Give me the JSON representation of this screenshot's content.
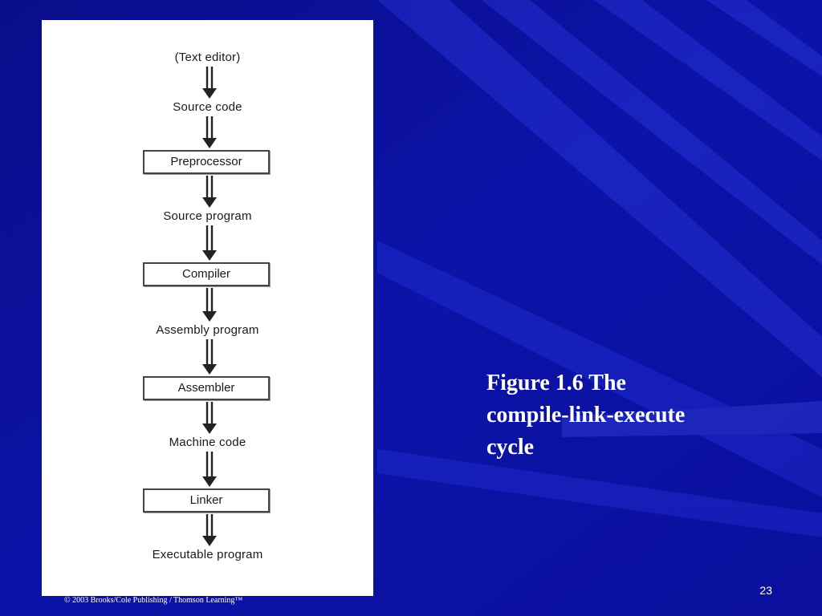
{
  "slide": {
    "background_color": "#0a0f9c",
    "accent_color": "#2a3cff",
    "caption_lines": [
      "Figure 1.6  The",
      "compile-link-execute",
      "cycle"
    ],
    "page_number": "23",
    "copyright": "© 2003 Brooks/Cole Publishing / Thomson Learning™"
  },
  "diagram": {
    "nodes": [
      {
        "id": "text-editor",
        "label": "(Text editor)",
        "boxed": false
      },
      {
        "id": "source-code",
        "label": "Source code",
        "boxed": false
      },
      {
        "id": "preprocessor",
        "label": "Preprocessor",
        "boxed": true
      },
      {
        "id": "source-program",
        "label": "Source program",
        "boxed": false
      },
      {
        "id": "compiler",
        "label": "Compiler",
        "boxed": true
      },
      {
        "id": "assembly-program",
        "label": "Assembly program",
        "boxed": false
      },
      {
        "id": "assembler",
        "label": "Assembler",
        "boxed": true
      },
      {
        "id": "machine-code",
        "label": "Machine code",
        "boxed": false
      },
      {
        "id": "linker",
        "label": "Linker",
        "boxed": true
      },
      {
        "id": "executable-program",
        "label": "Executable program",
        "boxed": false
      }
    ],
    "arrow_style": "double-line-down",
    "box_border_color": "#444444"
  }
}
